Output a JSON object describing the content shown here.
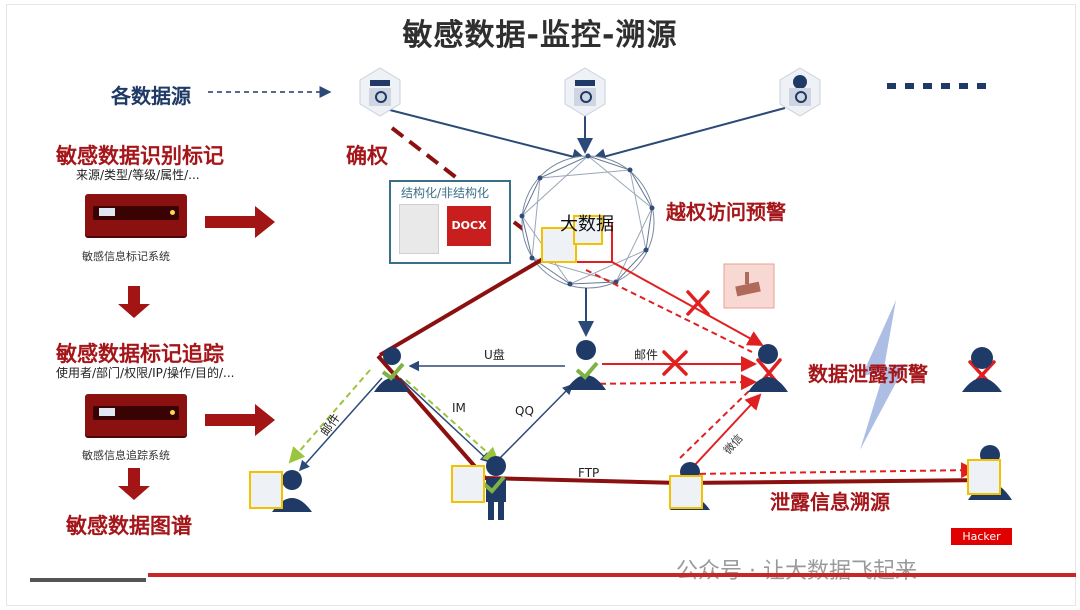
{
  "title": "敏感数据-监控-溯源",
  "left": {
    "sources_label": "各数据源",
    "identify_title": "敏感数据识别标记",
    "identify_sub": "来源/类型/等级/属性/...",
    "server1_caption": "敏感信息标记系统",
    "track_title": "敏感数据标记追踪",
    "track_sub": "使用者/部门/权限/IP/操作/目的/...",
    "server2_caption": "敏感信息追踪系统",
    "graph_title": "敏感数据图谱"
  },
  "center": {
    "confirm_label": "确权",
    "struct_label": "结构化/非结构化",
    "docx_label": "DOCX",
    "bigdata_label": "大数据",
    "dots": "■■■■■"
  },
  "right": {
    "overreach_alert": "越权访问预警",
    "leak_alert": "数据泄露预警",
    "trace_label": "泄露信息溯源",
    "hacker_label": "Hacker"
  },
  "edges": {
    "usb": "U盘",
    "mail1": "邮件",
    "mail2": "邮件",
    "im": "IM",
    "qq": "QQ",
    "ftp": "FTP",
    "wechat": "微信"
  },
  "watermark": "公众号 · 让大数据飞起来",
  "colors": {
    "navy": "#1f3a66",
    "dark_red": "#8b1010",
    "alert_red": "#e02020",
    "green": "#7cb342",
    "gold": "#f2c200",
    "bolt": "#8fa6d6"
  }
}
